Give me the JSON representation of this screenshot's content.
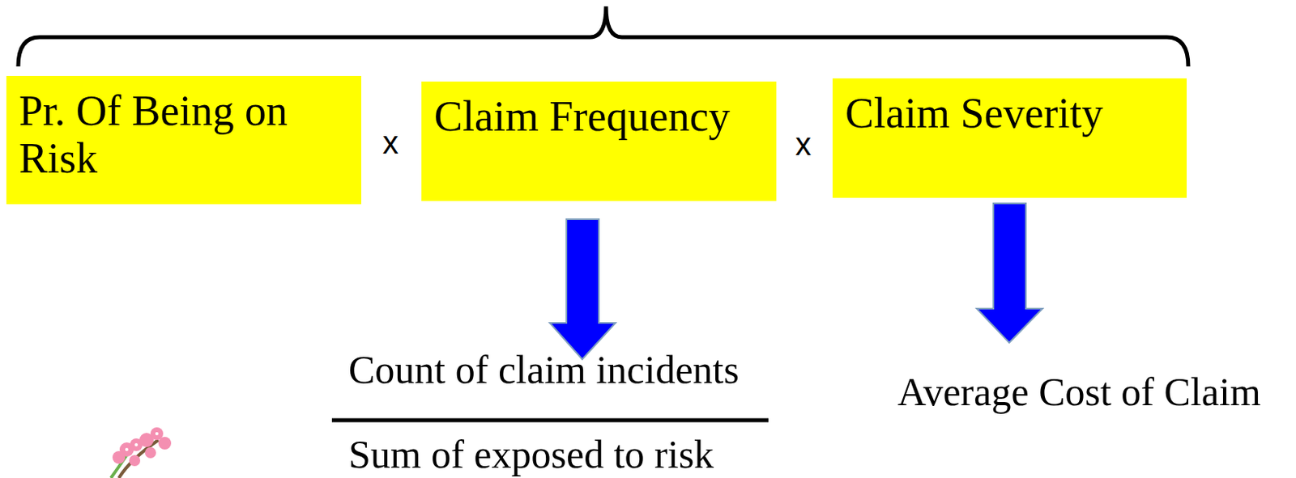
{
  "diagram": {
    "nodes": [
      {
        "text": [
          "Pr. Of Being on Risk"
        ]
      },
      {
        "text": [
          "Claim Frequency"
        ]
      },
      {
        "text": [
          "Claim Severity"
        ]
      }
    ],
    "labels": [
      "x",
      "x",
      "Count of claim incidents",
      "Sum of exposed to risk",
      "Average Cost of Claim"
    ]
  }
}
